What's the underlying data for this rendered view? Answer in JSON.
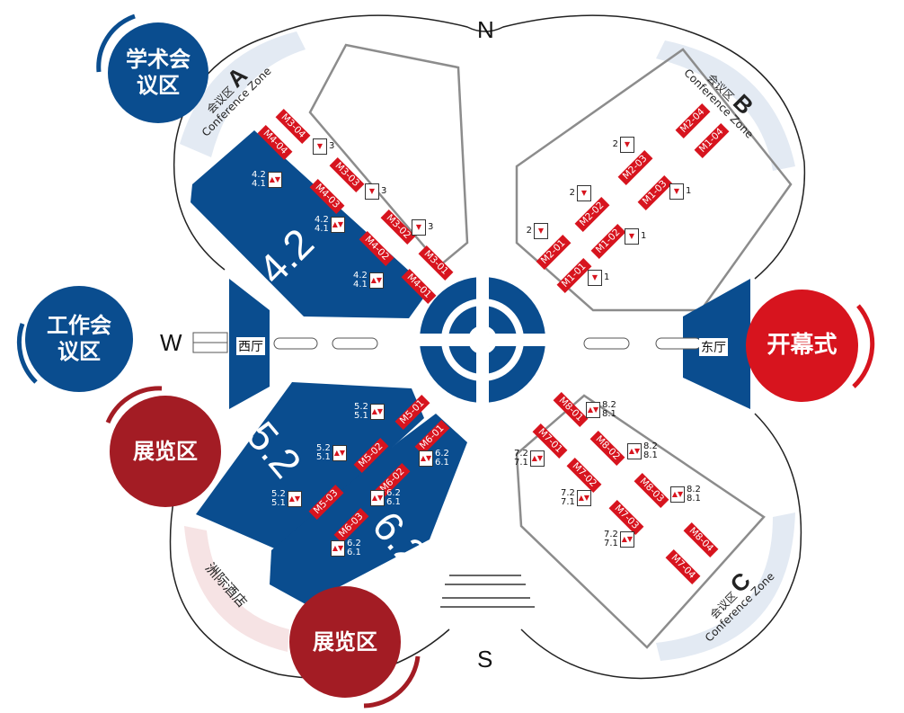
{
  "compass": {
    "north": "N",
    "south": "S",
    "west": "W"
  },
  "bubbles": {
    "academic_conference": "学术会议区",
    "work_conference": "工作会议区",
    "exhibition_west": "展览区",
    "exhibition_south": "展览区",
    "opening_ceremony": "开幕式"
  },
  "halls": {
    "h42": "4.2",
    "h52": "5.2",
    "h62": "6.2"
  },
  "lobbies": {
    "west": "西厅",
    "east": "东厅"
  },
  "hotel": "洲际酒店",
  "conference_zones": [
    {
      "cn": "会议区",
      "en": "Conference Zone",
      "letter": "A"
    },
    {
      "cn": "会议区",
      "en": "Conference Zone",
      "letter": "B"
    },
    {
      "cn": "会议区",
      "en": "Conference Zone",
      "letter": "C"
    }
  ],
  "entrance_tags": [
    "M4-04",
    "M4-03",
    "M4-02",
    "M4-01",
    "M3-04",
    "M3-03",
    "M3-02",
    "M3-01",
    "M2-04",
    "M2-03",
    "M2-02",
    "M2-01",
    "M1-04",
    "M1-03",
    "M1-02",
    "M1-01",
    "M5-01",
    "M5-02",
    "M5-03",
    "M6-01",
    "M6-02",
    "M6-03",
    "M8-01",
    "M8-02",
    "M8-03",
    "M8-04",
    "M7-01",
    "M7-02",
    "M7-03",
    "M7-04"
  ],
  "elevators": [
    {
      "upper": "4.2",
      "lower": "4.1"
    },
    {
      "upper": "4.2",
      "lower": "4.1"
    },
    {
      "upper": "4.2",
      "lower": "4.1"
    },
    {
      "upper": "",
      "lower": "3"
    },
    {
      "upper": "",
      "lower": "3"
    },
    {
      "upper": "",
      "lower": "3"
    },
    {
      "upper": "",
      "lower": "2"
    },
    {
      "upper": "",
      "lower": "2"
    },
    {
      "upper": "",
      "lower": "2"
    },
    {
      "upper": "",
      "lower": "1"
    },
    {
      "upper": "",
      "lower": "1"
    },
    {
      "upper": "",
      "lower": "1"
    },
    {
      "upper": "5.2",
      "lower": "5.1"
    },
    {
      "upper": "5.2",
      "lower": "5.1"
    },
    {
      "upper": "5.2",
      "lower": "5.1"
    },
    {
      "upper": "6.2",
      "lower": "6.1"
    },
    {
      "upper": "6.2",
      "lower": "6.1"
    },
    {
      "upper": "6.2",
      "lower": "6.1"
    },
    {
      "upper": "8.2",
      "lower": "8.1"
    },
    {
      "upper": "8.2",
      "lower": "8.1"
    },
    {
      "upper": "8.2",
      "lower": "8.1"
    },
    {
      "upper": "7.2",
      "lower": "7.1"
    },
    {
      "upper": "7.2",
      "lower": "7.1"
    },
    {
      "upper": "7.2",
      "lower": "7.1"
    }
  ],
  "colors": {
    "blue": "#0a4d8f",
    "red": "#d7141e",
    "darkred": "#a31c24",
    "zone": "#e3eaf3",
    "outline": "#8c8c8c"
  }
}
